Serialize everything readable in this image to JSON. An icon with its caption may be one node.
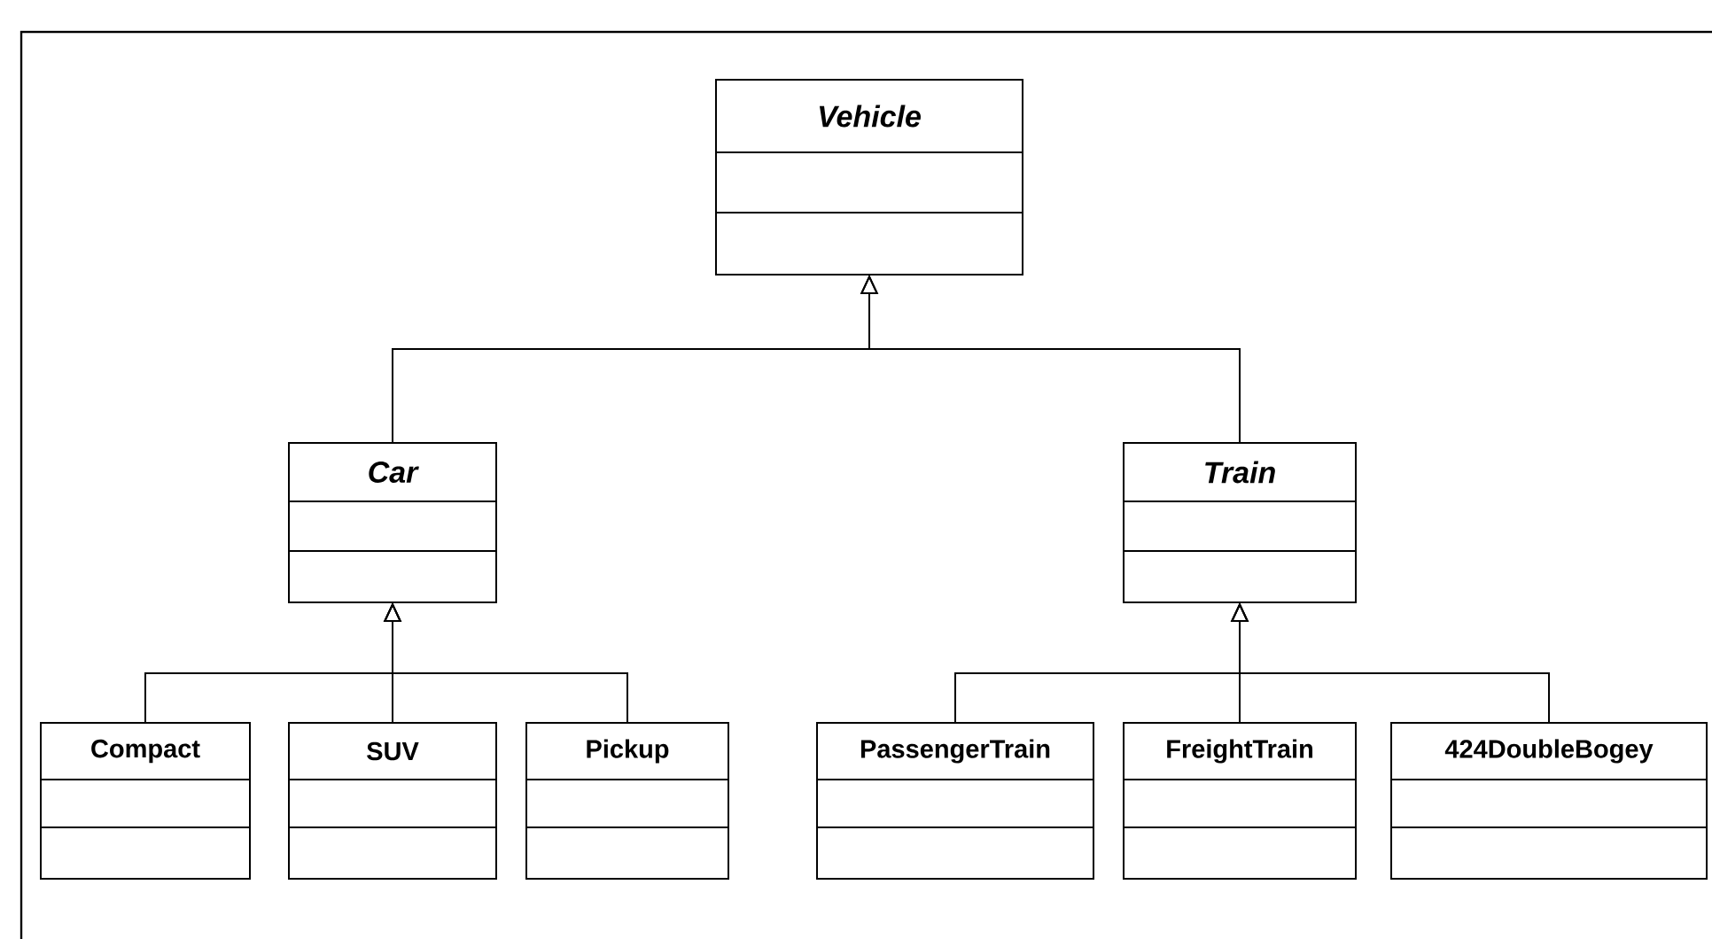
{
  "diagram": {
    "nodes": [
      {
        "text": [
          "Vehicle"
        ]
      },
      {
        "text": [
          "Car"
        ]
      },
      {
        "text": [
          "Train"
        ]
      },
      {
        "text": [
          "Compact"
        ]
      },
      {
        "text": [
          "SUV"
        ]
      },
      {
        "text": [
          "Pickup"
        ]
      },
      {
        "text": [
          "PassengerTrain"
        ]
      },
      {
        "text": [
          "FreightTrain"
        ]
      },
      {
        "text": [
          "424DoubleBogey"
        ]
      }
    ],
    "edges": [
      {
        "from": 1,
        "to": 0,
        "arrow": "to"
      },
      {
        "from": 2,
        "to": 0,
        "arrow": "to"
      },
      {
        "from": 3,
        "to": 1,
        "arrow": "to"
      },
      {
        "from": 4,
        "to": 1,
        "arrow": "to"
      },
      {
        "from": 5,
        "to": 1,
        "arrow": "to"
      },
      {
        "from": 6,
        "to": 2,
        "arrow": "to"
      },
      {
        "from": 7,
        "to": 2,
        "arrow": "to"
      },
      {
        "from": 8,
        "to": 2,
        "arrow": "to"
      }
    ]
  }
}
